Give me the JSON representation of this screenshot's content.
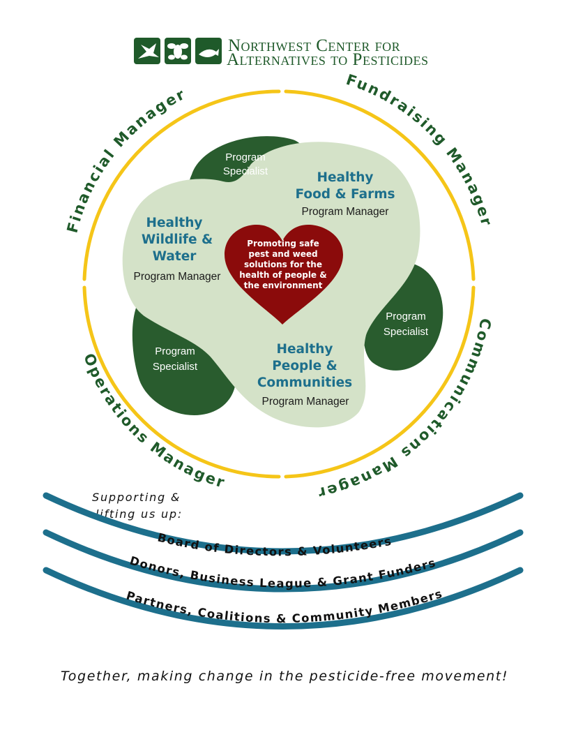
{
  "org": {
    "name_line1": "Northwest Center for",
    "name_line2": "Alternatives to Pesticides",
    "logo_icons": [
      "bird-icon",
      "bee-icon",
      "fish-icon"
    ],
    "brand_green": "#1f5a2a"
  },
  "ring": {
    "color": "#f5c518",
    "top_left": "Financial Manager",
    "top_right": "Fundraising Manager",
    "bottom_right": "Communications Manager",
    "bottom_left": "Operations Manager"
  },
  "programs": {
    "food": {
      "title_line1": "Healthy",
      "title_line2": "Food & Farms",
      "manager": "Program Manager"
    },
    "wildlife": {
      "title_line1": "Healthy",
      "title_line2": "Wildlife &",
      "title_line3": "Water",
      "manager": "Program Manager"
    },
    "people": {
      "title_line1": "Healthy",
      "title_line2": "People &",
      "title_line3": "Communities",
      "manager": "Program Manager"
    },
    "title_color": "#1d6f8c",
    "blob_color": "#d4e2c8"
  },
  "specialists": {
    "top": {
      "line1": "Program",
      "line2": "Specialist"
    },
    "right": {
      "line1": "Program",
      "line2": "Specialist"
    },
    "bottom_left": {
      "line1": "Program",
      "line2": "Specialist"
    },
    "color": "#295c2e"
  },
  "mission": {
    "lines": [
      "Promoting safe",
      "pest and weed",
      "solutions for the",
      "health of people &",
      "the environment"
    ],
    "color": "#8b0b0b"
  },
  "support": {
    "line1": "Supporting &",
    "line2": "lifting us up:",
    "band_color": "#1d6f8c",
    "bands": [
      "Board of Directors & Volunteers",
      "Donors, Business League & Grant Funders",
      "Partners, Coalitions & Community Members"
    ]
  },
  "footer": "Together, making change in the pesticide-free movement!"
}
